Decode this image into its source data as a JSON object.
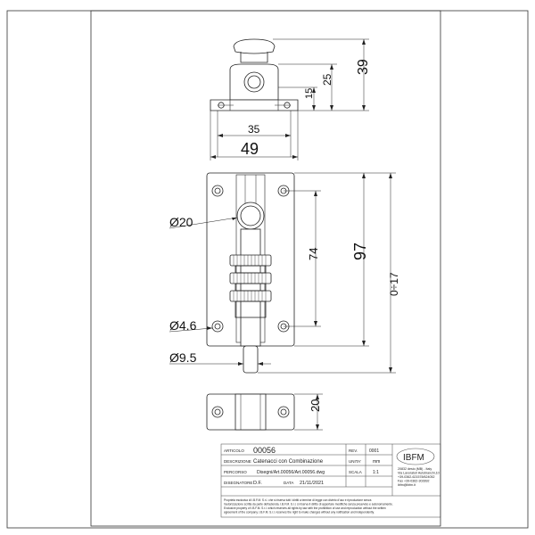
{
  "dimensions": {
    "top_width_inner": "35",
    "top_width_outer": "49",
    "top_h15": "15",
    "top_h25": "25",
    "top_h39": "39",
    "knob_dia": "Ø20",
    "hole_dia": "Ø4.6",
    "bolt_dia": "Ø9.5",
    "hole_spacing": "74",
    "plate_height": "97",
    "stroke": "0÷17",
    "keeper_height": "20"
  },
  "title_block": {
    "articolo_label": "ARTICOLO",
    "articolo_value": "00056",
    "rev_label": "REV.",
    "rev_value": "0001",
    "descrizione_label": "DESCRIZIONE",
    "descrizione_value": "Catenacci con Combinazione",
    "unita_label": "UNITA'",
    "unita_value": "mm",
    "percorso_label": "PERCORSO",
    "percorso_value": "Disegni/Art.00056/Art.00056.dwg",
    "scala_label": "SCALA",
    "scala_value": "1:1",
    "disegnatore_label": "DISEGNATORE",
    "disegnatore_value": "D.F.",
    "data_label": "DATA",
    "data_value": "21/11/2021",
    "logo_text": "IBFM",
    "address_line1": "20832 desio (MB) - Italy",
    "address_line2": "Via Lavoratori Autobianchi,10",
    "address_line3": "+39-0362-621578/624052",
    "address_line4": "Fax +39-0362-302892",
    "address_line5": "ibfm@ibfm.it",
    "legal_line1": "Proprietà esclusiva di I.B.F.M. S.r.l. che si riserva tutti i diritti a termine di legge con divieto d'uso e riproduzione senza",
    "legal_line2": "l'autorizzazione scritta da parte dell'azienda. I.B.F.M. S.r.l. si riserva il diritto di apportare modifiche senza preavviso e autonomamente.",
    "legal_line3": "Exclusive property of I.B.F.M. S.r.l. which reserves all rights by law with the prohibition of use and reproduction without the written",
    "legal_line4": "agreement of the company. I.B.F.M. S.r.l. reserves the right to make changes without any notification and independently."
  }
}
